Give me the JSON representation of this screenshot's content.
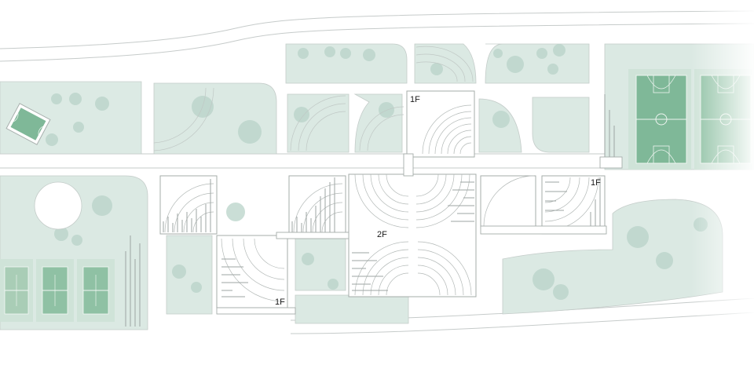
{
  "plan": {
    "floor_labels": {
      "north_pavilion": "1F",
      "east_pavilion": "1F",
      "central_upper": "2F",
      "southwest_pavilion": "1F"
    }
  },
  "colors": {
    "green_area": "#dbe9e3",
    "tree": "#b9d3c9",
    "court": "#7fb898",
    "court_light": "#a9cdb6",
    "line": "#b8bdbc",
    "stair": "#c9cfcd",
    "wall": "#a6acaa"
  },
  "icons": {
    "basketball_court": "basketball-court-icon",
    "tennis_court": "tennis-court-icon",
    "tree": "tree-icon"
  }
}
